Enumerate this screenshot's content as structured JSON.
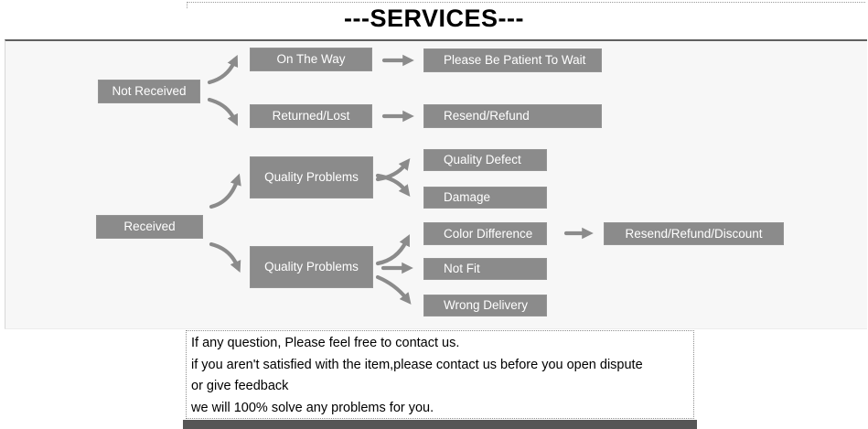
{
  "title": "---SERVICES---",
  "flowchart": {
    "colors": {
      "box": "#8b8b8b",
      "box_text": "#ffffff",
      "arrow": "#8b8b8b",
      "panel_background": "#f7f7f7"
    },
    "nodes": {
      "not_received": "Not Received",
      "on_the_way": "On The Way",
      "please_wait": "Please Be Patient To Wait",
      "returned_lost": "Returned/Lost",
      "resend_refund": "Resend/Refund",
      "received": "Received",
      "quality_problems_1": "Quality Problems",
      "quality_defect": "Quality Defect",
      "damage": "Damage",
      "quality_problems_2": "Quality Problems",
      "color_difference": "Color Difference",
      "not_fit": "Not Fit",
      "wrong_delivery": "Wrong Delivery",
      "resend_refund_discount": "Resend/Refund/Discount"
    }
  },
  "note": {
    "lines": [
      "If any question, Please feel free to contact us.",
      "if you aren't satisfied with the item,please contact us before you open dispute",
      "or give feedback",
      "we will 100% solve any problems for you."
    ]
  }
}
